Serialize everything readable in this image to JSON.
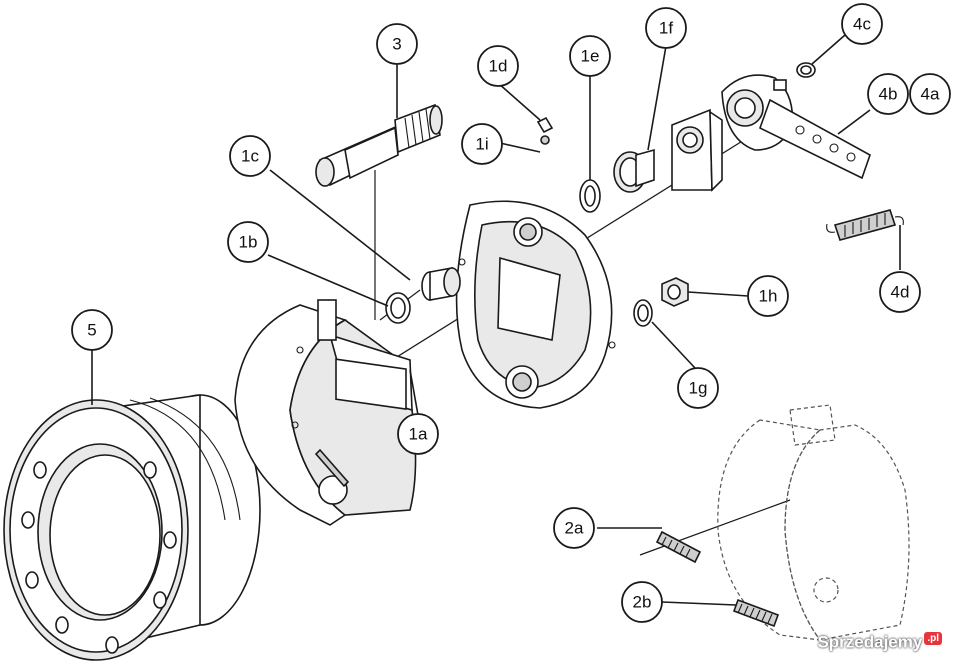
{
  "callouts": {
    "c3": "3",
    "c1d": "1d",
    "c1e": "1e",
    "c1f": "1f",
    "c4c": "4c",
    "c4b": "4b",
    "c4a": "4a",
    "c1c": "1c",
    "c1i": "1i",
    "c1b": "1b",
    "c5": "5",
    "c1a": "1a",
    "c1h": "1h",
    "c1g": "1g",
    "c4d": "4d",
    "c2a": "2a",
    "c2b": "2b"
  },
  "watermark": {
    "text": "Sprzedajemy",
    "badge": ".pl"
  }
}
